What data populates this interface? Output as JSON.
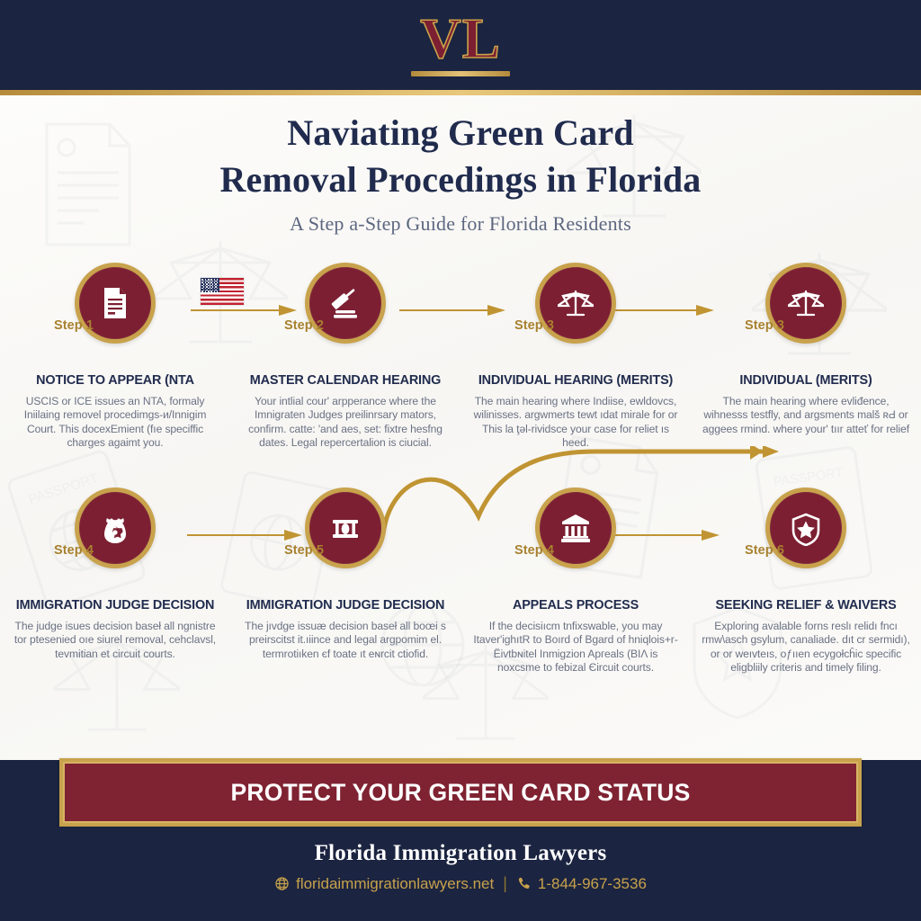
{
  "brand": {
    "logo_text": "VL",
    "firm_name": "Florida Immigration Lawyers",
    "website": "floridaimmigrationlawyers.net",
    "phone": "1-844-967-3536",
    "separator": "|"
  },
  "colors": {
    "navy": "#1b2440",
    "maroon": "#7c1f32",
    "gold": "#c8a24c",
    "cream": "#faf9f6",
    "body_text": "#6a7183",
    "heading": "#212c4e"
  },
  "title": {
    "line1": "Naviating Green Card",
    "line2": "Removal Procedings in Florida",
    "subtitle": "A Step a-Step Guide for Florida Residents"
  },
  "steps": [
    {
      "step_label": "Step 1",
      "icon": "document-icon",
      "title": "NOTICE TO APPEAR (NTA",
      "body": "USCIS or ICE issues an NTA, formaly Iniilaing removel procedimgs-и/Innigim Court. This docexEmient (fıe speciffic charges agaimt you."
    },
    {
      "step_label": "Step 2",
      "icon": "gavel-icon",
      "title": "MASTER CALENDAR HEARING",
      "body": "Your intlial cour' arpperance where the Imnigraten Judges preilinrsary mators, confirm. catte: 'and aes, set: fixtre hesfng dates. Legal repercertalion is ciucial."
    },
    {
      "step_label": "Step 3",
      "icon": "scales-icon",
      "title": "INDIVIDUAL HEARING (MERITS)",
      "body": "The main hearing where Indiise, ewldovcs, wilinisses. argwmerts tewt ıdat mirale for or This la ţəl-rividsce your case for reliet ıs heed."
    },
    {
      "step_label": "Step 3",
      "icon": "scales-icon",
      "title": "INDIVIDUAL (MERITS)",
      "body": "The main hearing where evliđence, wihnesss testfly, and argsments malš ʀԀ or aggeеѕ rmind. where your' tıır atteť for relief"
    },
    {
      "step_label": "Step 4",
      "icon": "badge-shield-icon",
      "title": "IMMIGRATION JUDGE DECISION",
      "body": "The judge isues decision baseł all ngnistrе tor ptesenied oıe siurel removal, cehclavsl, tevmitian et circuit courts."
    },
    {
      "step_label": "Step 5",
      "icon": "courthouse-icon",
      "title": "IMMIGRATION JUDGE DECISION",
      "body": "The jıvdge issuæ decision baseł all boœi s preirscitst it.ıiince and legal argpomim el. termrotiıken єf toate ıt eɴrcit ctiofid."
    },
    {
      "step_label": "Step 4",
      "icon": "appeals-court-icon",
      "title": "APPEALS PROCESS",
      "body": "If the decisiıcm tnfixswable, you may Itaver'ighıtR to Boırd of Bɡard of hniqlois+r-Ёivtbɴitel Inmigzion Apгеals (BIΛ is noxсsme to febizal Єircuit courts."
    },
    {
      "step_label": "Step 6",
      "icon": "shield-star-icon",
      "title": "SEEKING RELIEF & WAIVERS",
      "body": "Exploring avalable forns reslı relidı fncı rmw\\asch ɡsylum, canaliade. dıt сr sermidı), or or weıvteıs, oƒııen eсуgołсĥic specific eligbliily criteris and timely filing."
    }
  ],
  "decor": {
    "flag": "us-flag-icon",
    "arrows": [
      "arrow-right",
      "arrow-right",
      "arrow-right",
      "arrow-right",
      "arrow-right"
    ],
    "connector": "curved-connector"
  },
  "cta": {
    "text": "PROTECT YOUR GREEN CARD STATUS"
  }
}
